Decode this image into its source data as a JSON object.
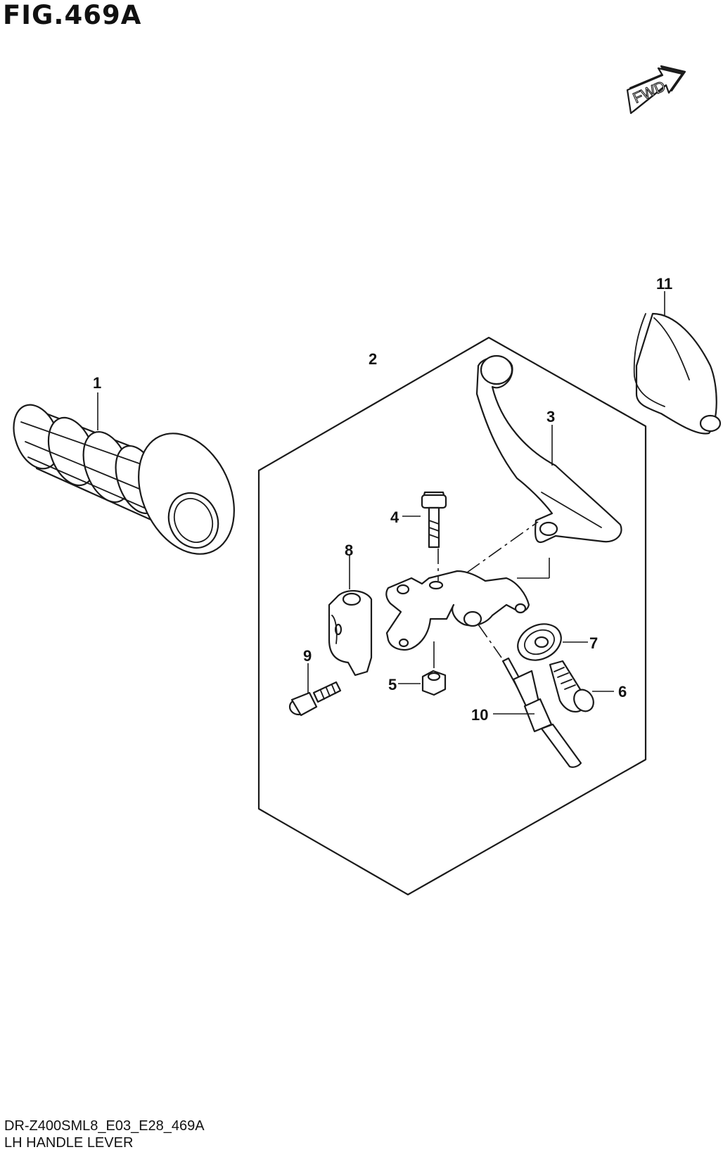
{
  "figure": {
    "title": "FIG.469A",
    "direction_badge": "FWD"
  },
  "callouts": [
    {
      "id": "1",
      "label": "1"
    },
    {
      "id": "2",
      "label": "2"
    },
    {
      "id": "3",
      "label": "3"
    },
    {
      "id": "4",
      "label": "4"
    },
    {
      "id": "5",
      "label": "5"
    },
    {
      "id": "6",
      "label": "6"
    },
    {
      "id": "7",
      "label": "7"
    },
    {
      "id": "8",
      "label": "8"
    },
    {
      "id": "9",
      "label": "9"
    },
    {
      "id": "10",
      "label": "10"
    },
    {
      "id": "11",
      "label": "11"
    }
  ],
  "parts_icons": [
    "handlebar-grip-icon",
    "lever-assembly-outline",
    "clutch-lever-icon",
    "pivot-bolt-icon",
    "nut-icon",
    "cable-adjuster-icon",
    "adjuster-nut-icon",
    "clamp-icon",
    "clamp-bolt-icon",
    "clutch-cable-icon",
    "lever-cover-icon"
  ],
  "footer": {
    "code": "DR-Z400SML8_E03_E28_469A",
    "caption": "LH HANDLE LEVER"
  }
}
